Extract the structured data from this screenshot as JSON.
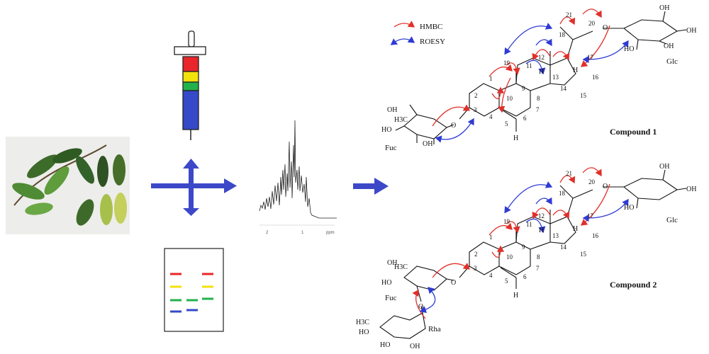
{
  "legend": {
    "hmbc": "HMBC",
    "roesy": "ROESY"
  },
  "colors": {
    "hmbc": "#e0302a",
    "roesy": "#2f3bd4",
    "workflow_arrow": "#3d48c8",
    "syringe_red": "#e8262b",
    "syringe_yellow": "#f3e10c",
    "syringe_green": "#22b24c",
    "syringe_blue": "#3549c9"
  },
  "spectrum": {
    "tick_labels": [
      "2",
      "1",
      "ppm"
    ]
  },
  "compound1": {
    "title": "Compound 1",
    "sugars": {
      "glc": "Glc",
      "fuc": "Fuc"
    },
    "atoms": [
      "21",
      "20",
      "18",
      "19",
      "11",
      "12",
      "13",
      "17",
      "16",
      "15",
      "14",
      "8",
      "9",
      "10",
      "1",
      "2",
      "3",
      "4",
      "5",
      "6",
      "7"
    ],
    "labels": {
      "o": "O",
      "oh": "OH",
      "ho": "HO",
      "h": "H",
      "h3c": "H3C"
    }
  },
  "compound2": {
    "title": "Compound 2",
    "sugars": {
      "glc": "Glc",
      "fuc": "Fuc",
      "rha": "Rha"
    },
    "atoms": [
      "21",
      "20",
      "18",
      "19",
      "11",
      "12",
      "13",
      "17",
      "16",
      "15",
      "14",
      "8",
      "9",
      "10",
      "1",
      "2",
      "3",
      "4",
      "5",
      "6",
      "7"
    ],
    "labels": {
      "o": "O",
      "oh": "OH",
      "ho": "HO",
      "h": "H",
      "h3c": "H3C"
    }
  }
}
